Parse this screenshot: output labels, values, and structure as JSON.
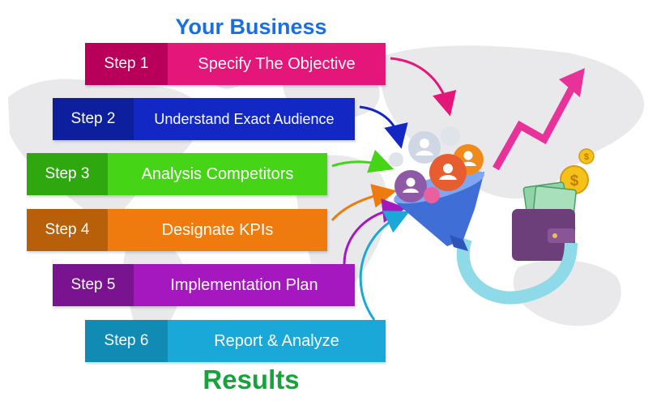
{
  "title": "Your Business",
  "footer": "Results",
  "steps": [
    {
      "num": "Step 1",
      "label": "Specify The Objective",
      "num_color": "#b8005a",
      "label_color": "#e5167a",
      "arrow_color": "#e5167a"
    },
    {
      "num": "Step 2",
      "label": "Understand Exact Audience",
      "num_color": "#0e1f9e",
      "label_color": "#1227c4",
      "arrow_color": "#1227c4"
    },
    {
      "num": "Step 3",
      "label": "Analysis Competitors",
      "num_color": "#2ea80e",
      "label_color": "#46d416",
      "arrow_color": "#46d416"
    },
    {
      "num": "Step 4",
      "label": "Designate KPIs",
      "num_color": "#b85f0a",
      "label_color": "#ef7a0d",
      "arrow_color": "#ef7a0d"
    },
    {
      "num": "Step 5",
      "label": "Implementation Plan",
      "num_color": "#7a138f",
      "label_color": "#a518c0",
      "arrow_color": "#a518c0"
    },
    {
      "num": "Step 6",
      "label": "Report & Analyze",
      "num_color": "#118ab4",
      "label_color": "#1aa8d8",
      "arrow_color": "#1aa8d8"
    }
  ],
  "colors": {
    "title": "#1a6fe0",
    "footer": "#17a33b",
    "funnel": "#3f6fd6",
    "growth_arrow": "#e8329a",
    "wallet": "#6d3f7a",
    "coin": "#f5c21a"
  },
  "icons": [
    "funnel-icon",
    "growth-arrow-icon",
    "wallet-icon",
    "dollar-coin-icon",
    "user-avatar-icon",
    "world-map"
  ]
}
